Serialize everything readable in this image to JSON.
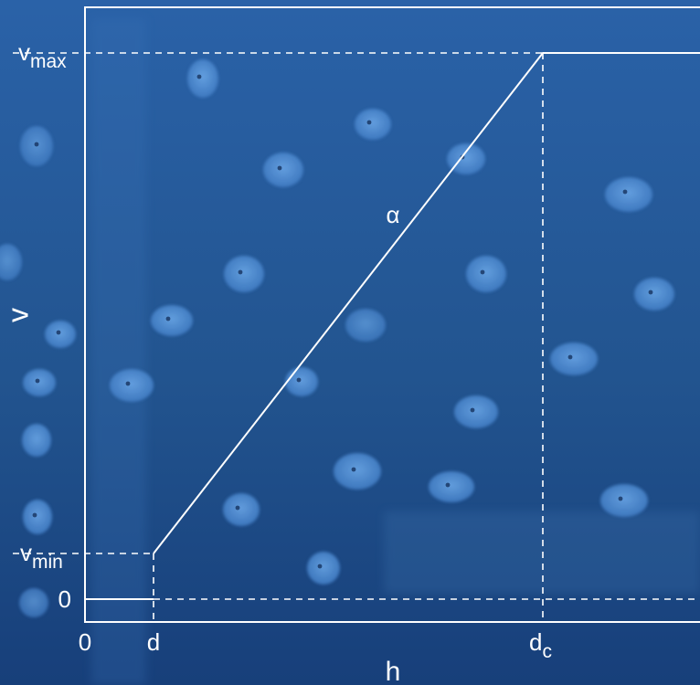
{
  "chart_data": {
    "type": "line",
    "title": "",
    "xlabel": "h",
    "ylabel": "v",
    "x_ticks": [
      {
        "label": "0",
        "sub": ""
      },
      {
        "label": "d",
        "sub": ""
      },
      {
        "label": "d",
        "sub": "c"
      }
    ],
    "y_ticks": [
      {
        "label": "0",
        "sub": ""
      },
      {
        "label": "v",
        "sub": "min"
      },
      {
        "label": "v",
        "sub": "max"
      }
    ],
    "annotation": "α",
    "series": [
      {
        "points": [
          {
            "x": "d",
            "y": "v_min"
          },
          {
            "x": "d_c",
            "y": "v_max"
          },
          {
            "x": "beyond",
            "y": "v_max"
          }
        ]
      }
    ],
    "grid": false,
    "colors": {
      "line": "#ffffff",
      "background_top": "#2a62a8",
      "background_bottom": "#173f7a"
    }
  }
}
